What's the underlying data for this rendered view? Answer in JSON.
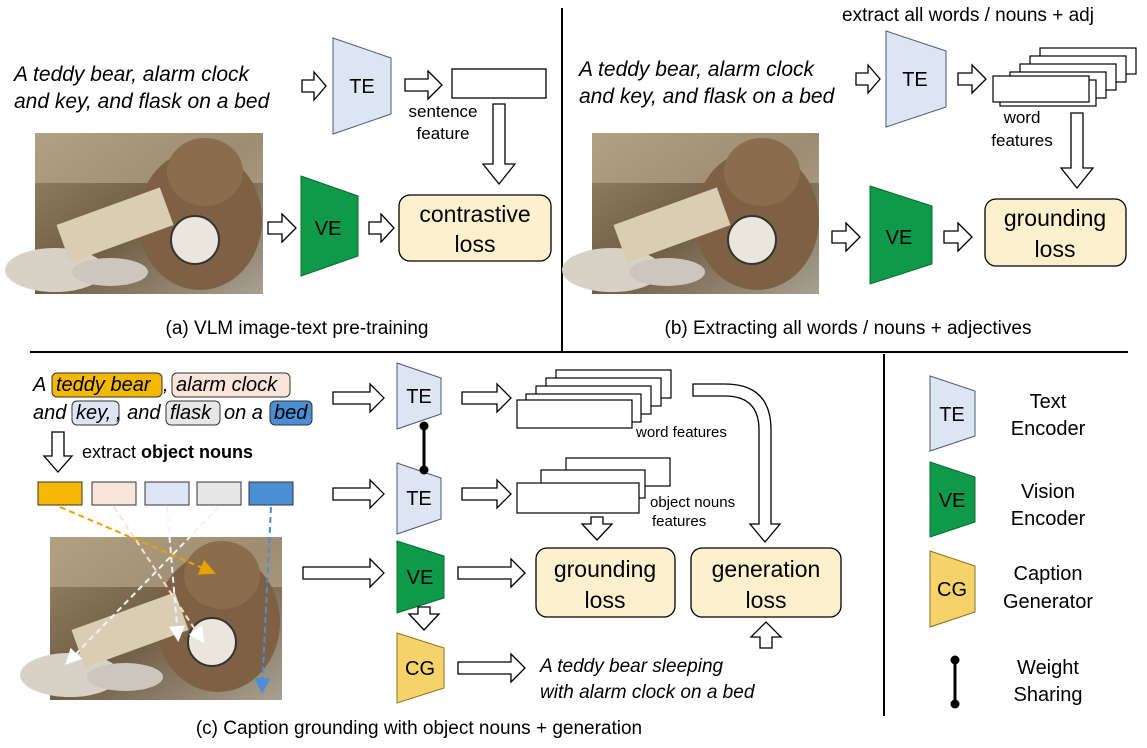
{
  "panel_a": {
    "caption_line1": "A teddy bear, alarm clock",
    "caption_line2": "and key, and flask on a bed",
    "te_label": "TE",
    "ve_label": "VE",
    "feature_line1": "sentence",
    "feature_line2": "feature",
    "loss_line1": "contrastive",
    "loss_line2": "loss",
    "title": "(a) VLM image-text pre-training"
  },
  "panel_b": {
    "header": "extract all words / nouns + adj",
    "caption_line1": "A teddy bear, alarm clock",
    "caption_line2": "and key, and flask on a bed",
    "te_label": "TE",
    "ve_label": "VE",
    "feature_line1": "word",
    "feature_line2": "features",
    "loss_line1": "grounding",
    "loss_line2": "loss",
    "title": "(b) Extracting all words / nouns + adjectives"
  },
  "panel_c": {
    "caption": {
      "a": "A",
      "teddy_bear": "teddy bear",
      "comma1": ",",
      "alarm_clock": "alarm clock",
      "and": "and",
      "key": "key,",
      "and_comma": ", and",
      "flask": "flask",
      "on_a": "on a",
      "bed": "bed"
    },
    "extract_prefix": "extract ",
    "extract_bold": "object nouns",
    "te_label": "TE",
    "ve_label": "VE",
    "cg_label": "CG",
    "word_features": "word features",
    "object_features_line1": "object nouns",
    "object_features_line2": "features",
    "grounding_line1": "grounding",
    "grounding_line2": "loss",
    "generation_line1": "generation",
    "generation_line2": "loss",
    "generated_line1": "A teddy bear sleeping",
    "generated_line2": "with alarm clock on a bed",
    "title": "(c) Caption grounding with object nouns + generation"
  },
  "legend": {
    "te_label": "TE",
    "te_desc_line1": "Text",
    "te_desc_line2": "Encoder",
    "ve_label": "VE",
    "ve_desc_line1": "Vision",
    "ve_desc_line2": "Encoder",
    "cg_label": "CG",
    "cg_desc_line1": "Caption",
    "cg_desc_line2": "Generator",
    "ws_desc_line1": "Weight",
    "ws_desc_line2": "Sharing"
  },
  "colors": {
    "text_encoder": "#dce6f2",
    "vision_encoder": "#0e9a48",
    "caption_generator": "#f6d26a",
    "loss_box": "#fdf0cc",
    "teddy_bear": "#f5b800",
    "alarm_clock": "#f8e4da",
    "key": "#dde4f4",
    "flask": "#e6e6e6",
    "bed": "#4a8fd4"
  }
}
